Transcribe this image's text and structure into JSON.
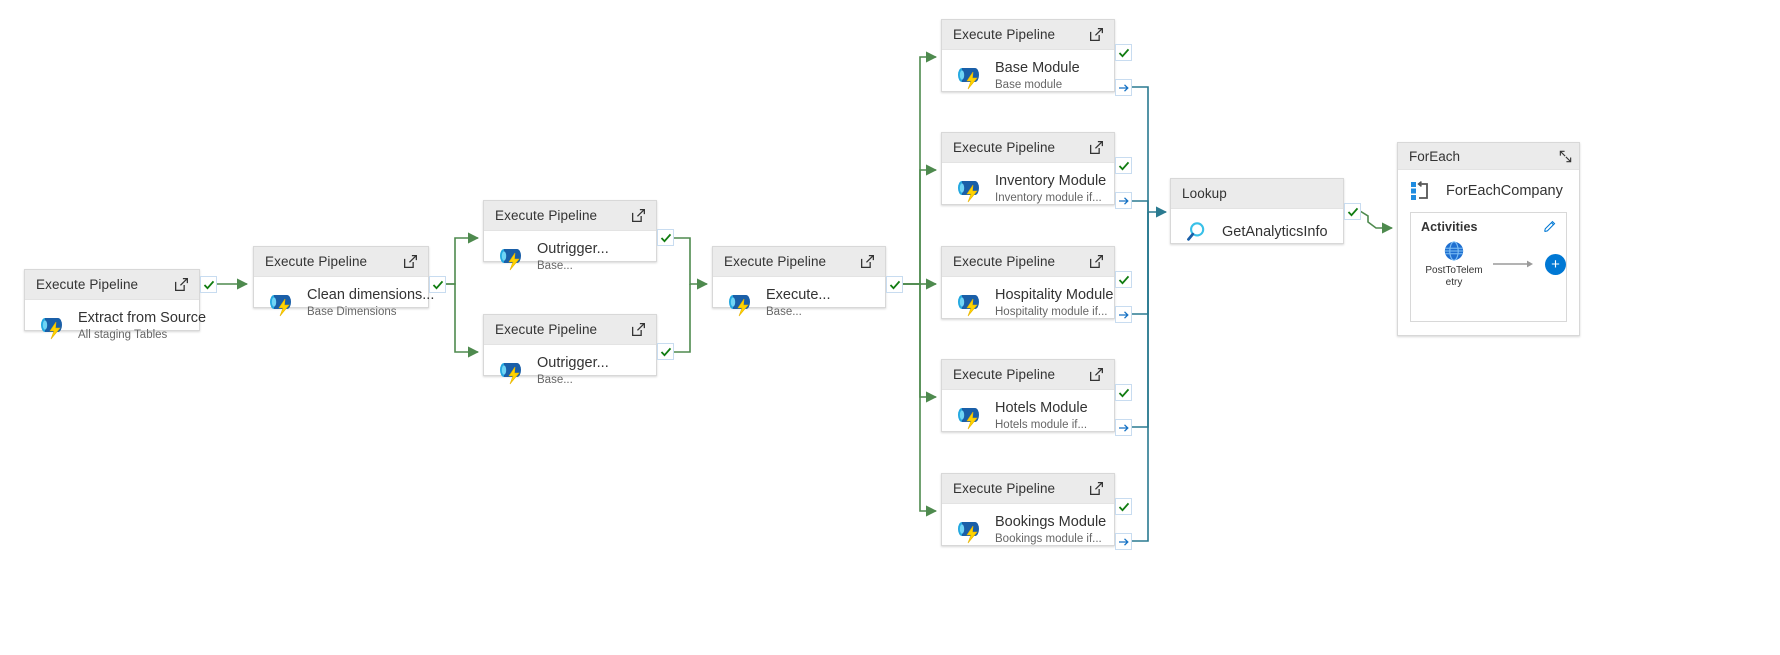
{
  "canvas": {
    "title": "Azure Data Factory pipeline canvas",
    "background": "#ffffff",
    "accent": "#0078d4",
    "edge_color": "#4e8a4e",
    "lookup_edge_color": "#2a7a90"
  },
  "labels": {
    "execute_pipeline": "Execute Pipeline",
    "lookup": "Lookup",
    "foreach": "ForEach",
    "activities": "Activities"
  },
  "nodes": [
    {
      "id": "extract-from-source",
      "header": "Execute Pipeline",
      "name": "Extract from Source",
      "sub": "All staging Tables"
    },
    {
      "id": "clean-dimensions",
      "header": "Execute Pipeline",
      "name": "Clean dimensions...",
      "sub": "Base Dimensions"
    },
    {
      "id": "outrigger-1",
      "header": "Execute Pipeline",
      "name": "Outrigger...",
      "sub": "Base..."
    },
    {
      "id": "outrigger-2",
      "header": "Execute Pipeline",
      "name": "Outrigger...",
      "sub": "Base..."
    },
    {
      "id": "execute-base",
      "header": "Execute Pipeline",
      "name": "Execute...",
      "sub": "Base..."
    },
    {
      "id": "base-module",
      "header": "Execute Pipeline",
      "name": "Base Module",
      "sub": "Base module"
    },
    {
      "id": "inventory-module",
      "header": "Execute Pipeline",
      "name": "Inventory Module",
      "sub": "Inventory module if..."
    },
    {
      "id": "hospitality-module",
      "header": "Execute Pipeline",
      "name": "Hospitality Module",
      "sub": "Hospitality module if..."
    },
    {
      "id": "hotels-module",
      "header": "Execute Pipeline",
      "name": "Hotels Module",
      "sub": "Hotels module if..."
    },
    {
      "id": "bookings-module",
      "header": "Execute Pipeline",
      "name": "Bookings Module",
      "sub": "Bookings module if..."
    }
  ],
  "lookup_node": {
    "header": "Lookup",
    "name": "GetAnalyticsInfo"
  },
  "foreach_node": {
    "header": "ForEach",
    "name": "ForEachCompany",
    "activities_label": "Activities",
    "inner_activity": "PostToTelemetry",
    "add_label": "+"
  },
  "icons": {
    "open_in_new": "open-in-new-icon",
    "execute_pipeline": "execute-pipeline-icon",
    "lookup": "magnifier-icon",
    "foreach": "foreach-loop-icon",
    "success": "success-check-icon",
    "output": "output-arrow-icon",
    "edit": "pencil-icon",
    "collapse": "collapse-icon",
    "web": "globe-icon",
    "add": "plus-icon"
  }
}
